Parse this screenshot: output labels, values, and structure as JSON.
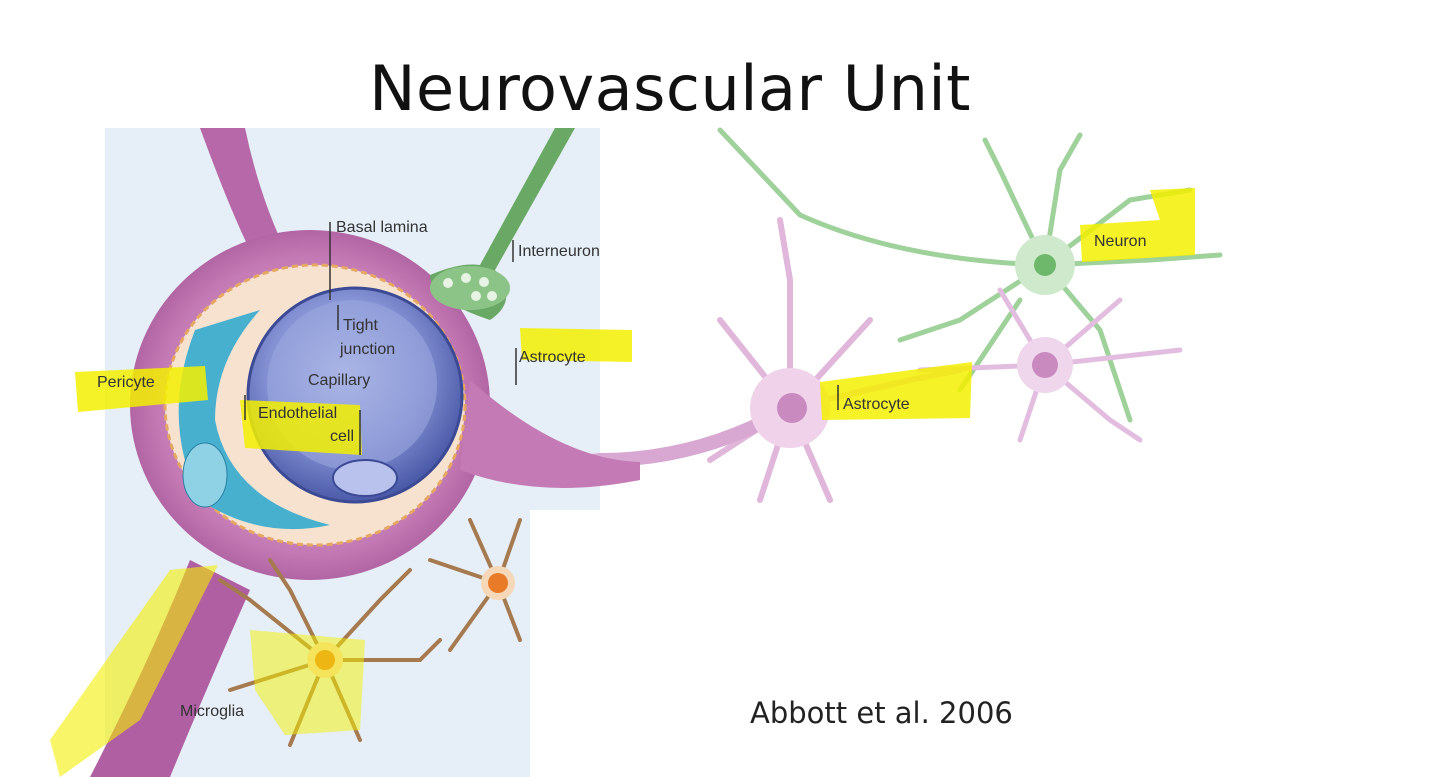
{
  "title": "Neurovascular Unit",
  "citation": "Abbott et al. 2006",
  "labels": {
    "basal_lamina": "Basal lamina",
    "interneuron": "Interneuron",
    "tight_junction_1": "Tight",
    "tight_junction_2": "junction",
    "capillary": "Capillary",
    "astrocyte_left": "Astrocyte",
    "pericyte": "Pericyte",
    "endothelial_1": "Endothelial",
    "endothelial_2": "cell",
    "microglia": "Microglia",
    "astrocyte_right": "Astrocyte",
    "neuron": "Neuron"
  },
  "colors": {
    "highlight": "#f4f000",
    "astrocyte": "#a9579b",
    "capillary": "#5565b3",
    "pericyte": "#3fa6c6",
    "interneuron": "#5a9e55",
    "microglia": "#a67a4f",
    "panel": "#e6eef7"
  }
}
